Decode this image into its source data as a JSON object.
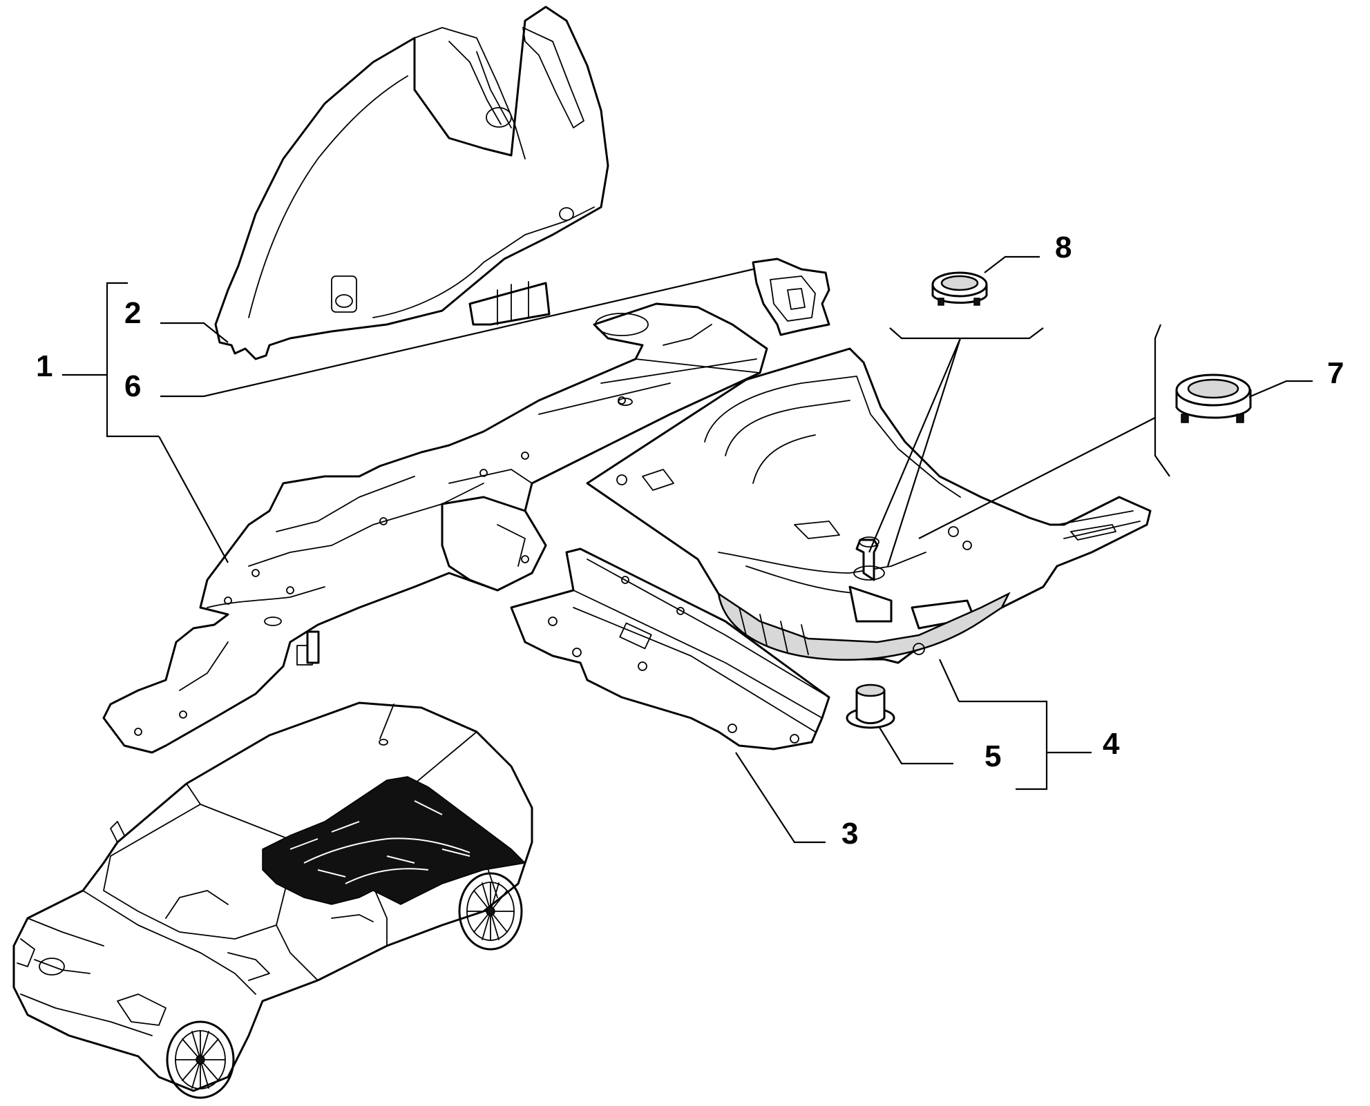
{
  "callouts": [
    {
      "id": "1",
      "label": "1"
    },
    {
      "id": "2",
      "label": "2"
    },
    {
      "id": "3",
      "label": "3"
    },
    {
      "id": "4",
      "label": "4"
    },
    {
      "id": "5",
      "label": "5"
    },
    {
      "id": "6",
      "label": "6"
    },
    {
      "id": "7",
      "label": "7"
    },
    {
      "id": "8",
      "label": "8"
    }
  ],
  "parts": [
    {
      "id": "wheel-arch-panel",
      "callout": "2"
    },
    {
      "id": "small-bracket",
      "callout": "6"
    },
    {
      "id": "longitudinal-side-member",
      "callout": "1"
    },
    {
      "id": "cross-member",
      "callout": "3"
    },
    {
      "id": "rear-floor-spare-wheel-well",
      "callout": "4"
    },
    {
      "id": "rubber-bump-stop",
      "callout": "5"
    },
    {
      "id": "large-plug-cap",
      "callout": "7"
    },
    {
      "id": "small-plug-cap",
      "callout": "8"
    }
  ],
  "overview": {
    "subject": "car-overview-illustration"
  },
  "colors": {
    "line": "#000000",
    "background": "#ffffff",
    "highlight": "#111111"
  }
}
